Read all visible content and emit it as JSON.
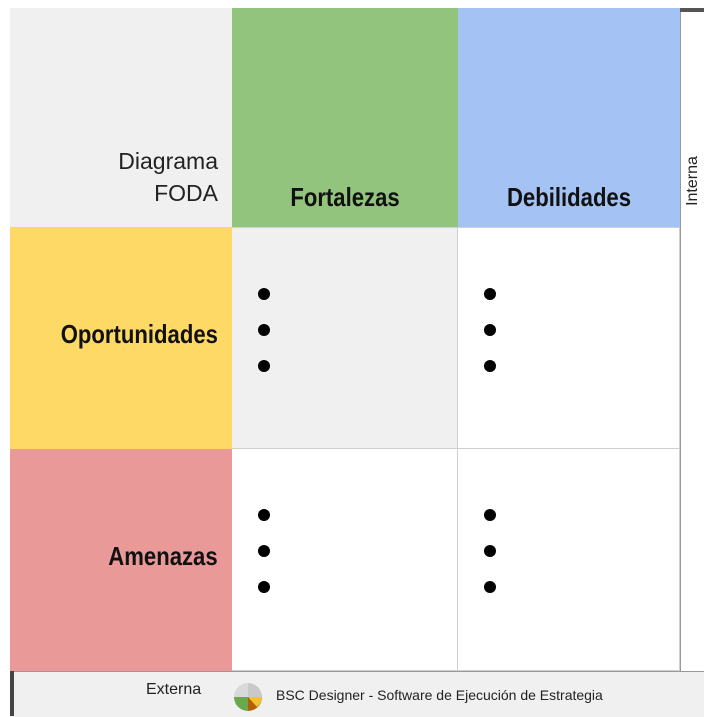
{
  "diagram": {
    "corner_line1": "Diagrama",
    "corner_line2": "FODA",
    "columns": [
      "Fortalezas",
      "Debilidades"
    ],
    "rows": [
      "Oportunidades",
      "Amenazas"
    ],
    "side_label": "Interna",
    "bottom_label": "Externa",
    "credit": "BSC Designer - Software de Ejecución de Estrategia",
    "colors": {
      "fortalezas": "#93c47d",
      "debilidades": "#a4c2f4",
      "oportunidades": "#ffd966",
      "amenazas": "#ea9999",
      "corner": "#f0f0f0"
    }
  }
}
